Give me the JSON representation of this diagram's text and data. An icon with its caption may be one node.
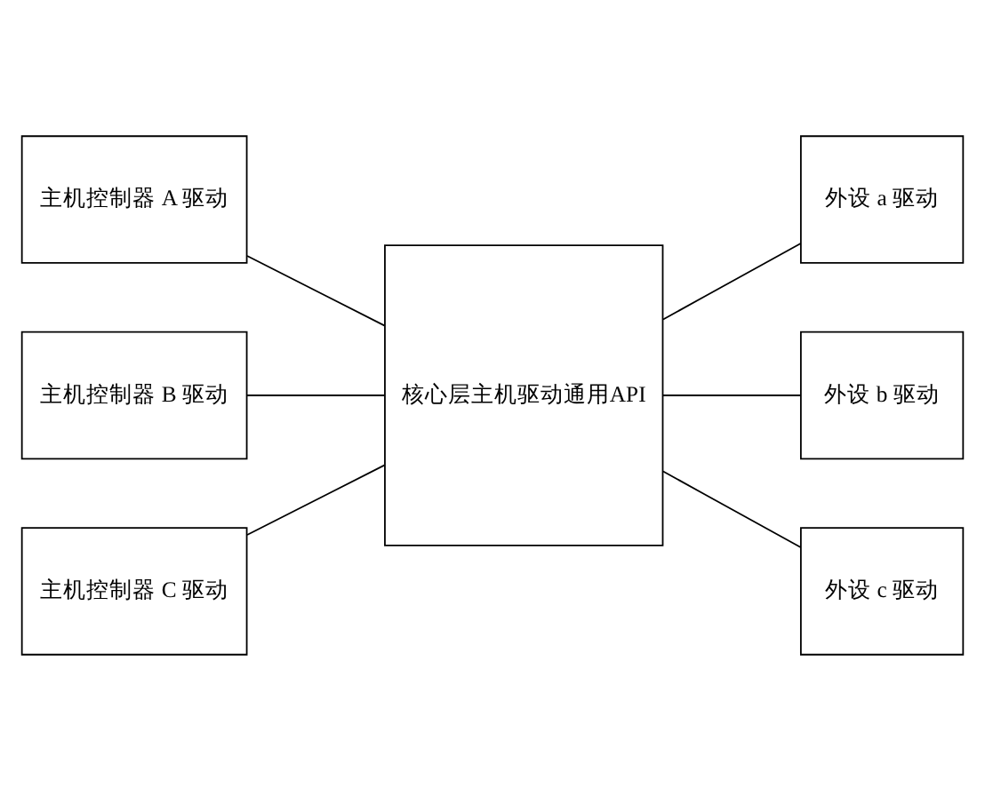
{
  "diagram": {
    "nodes": [
      {
        "text": [
          "主机控制器 A 驱动"
        ]
      },
      {
        "text": [
          "主机控制器 B 驱动"
        ]
      },
      {
        "text": [
          "主机控制器 C 驱动"
        ]
      },
      {
        "text": [
          "核心层主机驱动通用API"
        ]
      },
      {
        "text": [
          "外设 a 驱动"
        ]
      },
      {
        "text": [
          "外设 b 驱动"
        ]
      },
      {
        "text": [
          "外设 c 驱动"
        ]
      }
    ],
    "edges": [
      {
        "from": 0,
        "to": 3,
        "arrow": "none"
      },
      {
        "from": 1,
        "to": 3,
        "arrow": "none"
      },
      {
        "from": 2,
        "to": 3,
        "arrow": "none"
      },
      {
        "from": 3,
        "to": 4,
        "arrow": "none"
      },
      {
        "from": 3,
        "to": 5,
        "arrow": "none"
      },
      {
        "from": 3,
        "to": 6,
        "arrow": "none"
      }
    ]
  }
}
